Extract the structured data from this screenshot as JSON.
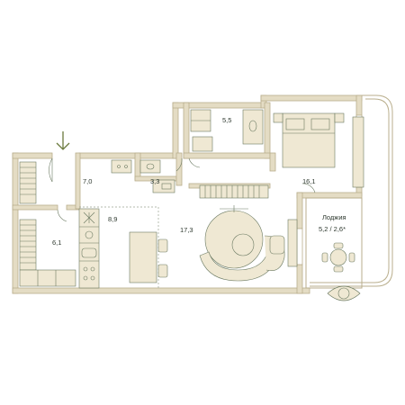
{
  "floor_plan": {
    "colors": {
      "wall": "#e4dcc4",
      "wall_stroke": "#b9ae8c",
      "furniture": "#efe8d3",
      "furniture_stroke": "#6b7a62",
      "line": "#4f5e4a",
      "arrow": "#6b7a3d",
      "background": "#ffffff"
    },
    "rooms": [
      {
        "id": "hall",
        "area": "7,0"
      },
      {
        "id": "bathroom-small",
        "area": "3,3"
      },
      {
        "id": "bathroom",
        "area": "5,5"
      },
      {
        "id": "bedroom",
        "area": "16,1"
      },
      {
        "id": "kitchen",
        "area": "8,9"
      },
      {
        "id": "living",
        "area": "17,3"
      },
      {
        "id": "storage",
        "area": "6,1"
      }
    ],
    "loggia": {
      "title": "Лоджия",
      "area": "5,2 / 2,6*"
    },
    "entrance_icon": "arrow-down-icon"
  }
}
